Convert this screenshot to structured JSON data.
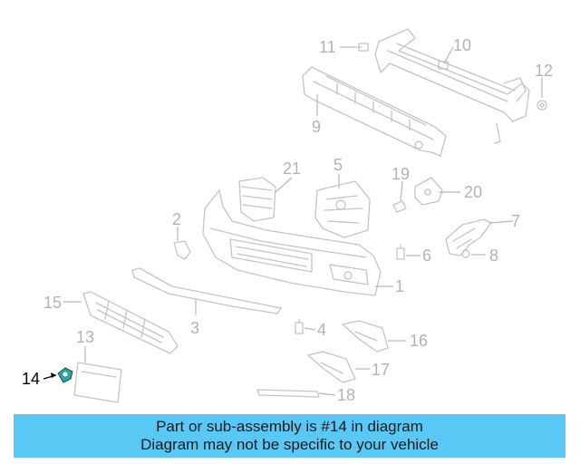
{
  "diagram": {
    "callouts": [
      {
        "id": "1",
        "label": "1"
      },
      {
        "id": "2",
        "label": "2"
      },
      {
        "id": "3",
        "label": "3"
      },
      {
        "id": "4",
        "label": "4"
      },
      {
        "id": "5",
        "label": "5"
      },
      {
        "id": "6",
        "label": "6"
      },
      {
        "id": "7",
        "label": "7"
      },
      {
        "id": "8",
        "label": "8"
      },
      {
        "id": "9",
        "label": "9"
      },
      {
        "id": "10",
        "label": "10"
      },
      {
        "id": "11",
        "label": "11"
      },
      {
        "id": "12",
        "label": "12"
      },
      {
        "id": "13",
        "label": "13"
      },
      {
        "id": "14",
        "label": "14",
        "highlighted": true
      },
      {
        "id": "15",
        "label": "15"
      },
      {
        "id": "16",
        "label": "16"
      },
      {
        "id": "17",
        "label": "17"
      },
      {
        "id": "18",
        "label": "18"
      },
      {
        "id": "19",
        "label": "19"
      },
      {
        "id": "20",
        "label": "20"
      },
      {
        "id": "21",
        "label": "21"
      }
    ],
    "colors": {
      "line": "#c4c4c4",
      "label": "#b3b3b3",
      "highlight": "#000000",
      "part14": "#2aa6a0"
    }
  },
  "banner": {
    "line1": "Part or sub-assembly is #14 in diagram",
    "line2": "Diagram may not be specific to your vehicle",
    "background": "#5ac8f5"
  }
}
